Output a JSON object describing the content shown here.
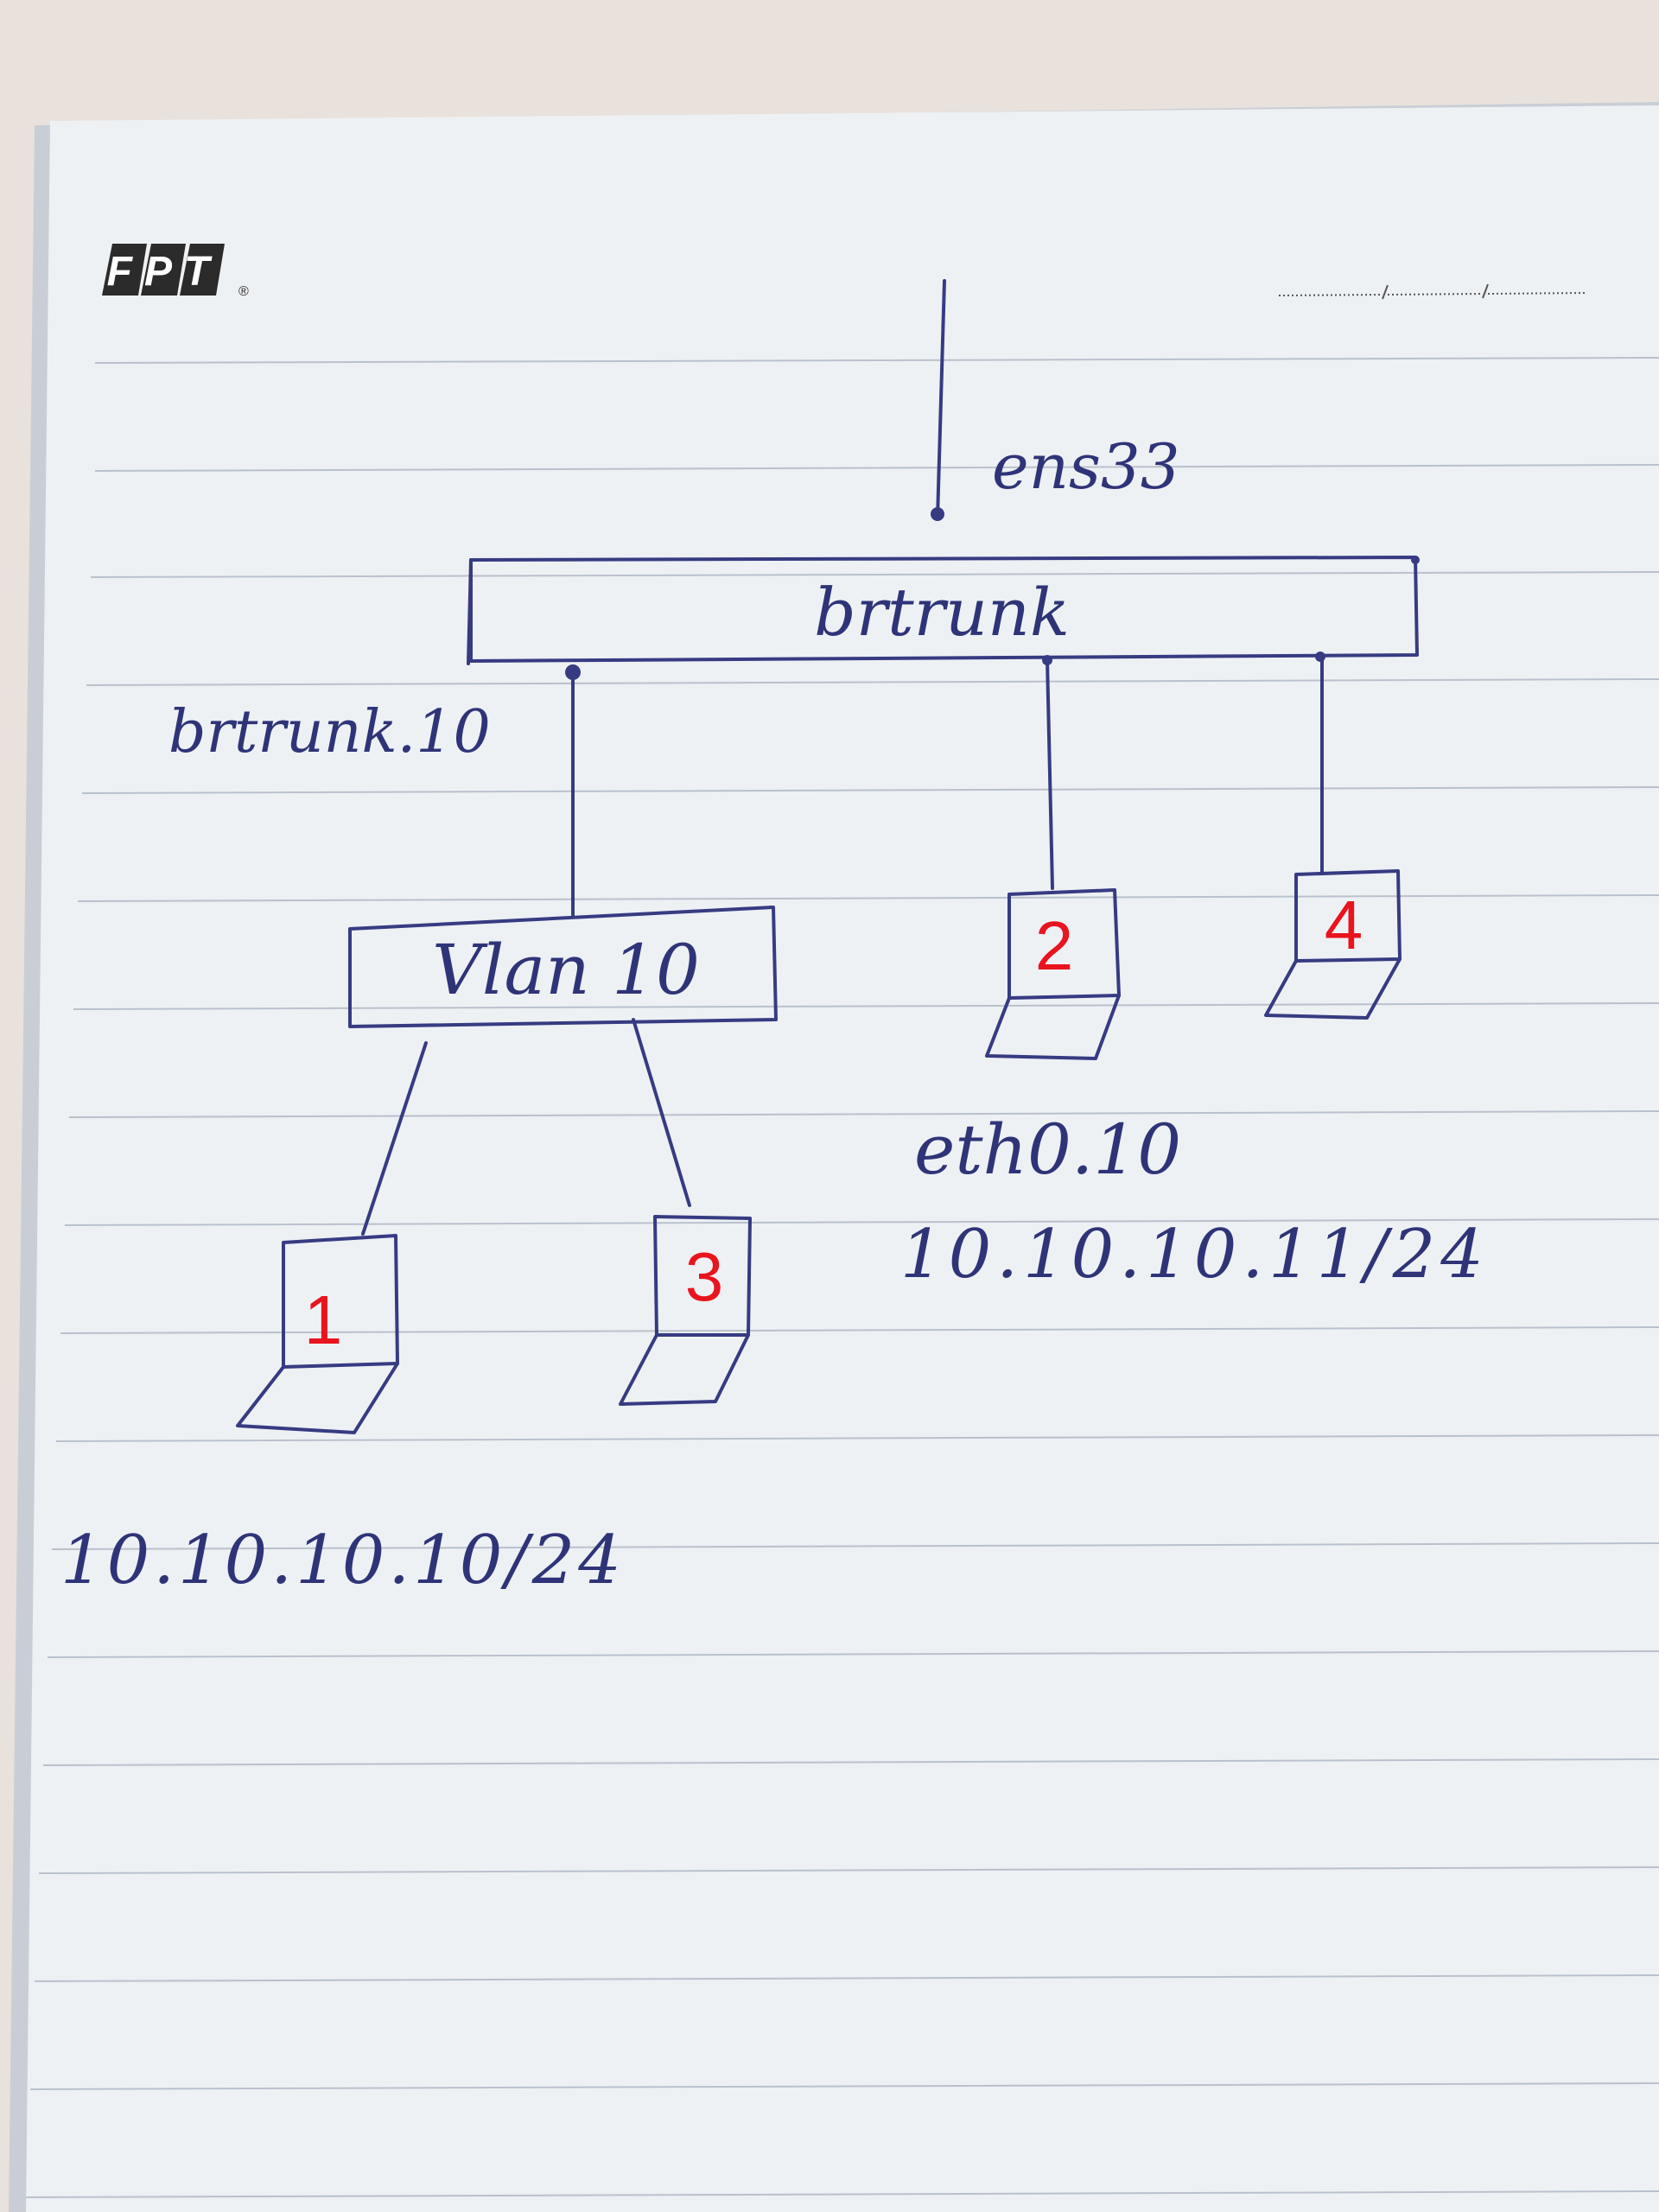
{
  "logo": {
    "text": "FPT",
    "mark": "®"
  },
  "diagram": {
    "uplink_label": "ens33",
    "bridge_label": "brtrunk",
    "bridge_vlan_label": "brtrunk.10",
    "vlan_label": "Vlan 10",
    "host2_iface_label": "eth0.10",
    "host2_ip_label": "10.10.10.11/24",
    "host1_ip_label": "10.10.10.10/24"
  },
  "hosts": [
    {
      "id": "1"
    },
    {
      "id": "2"
    },
    {
      "id": "3"
    },
    {
      "id": "4"
    }
  ],
  "colors": {
    "ink": "#363b82",
    "number": "#e8141e",
    "paper": "#eef1f4",
    "rule": "#b9c1cc"
  }
}
